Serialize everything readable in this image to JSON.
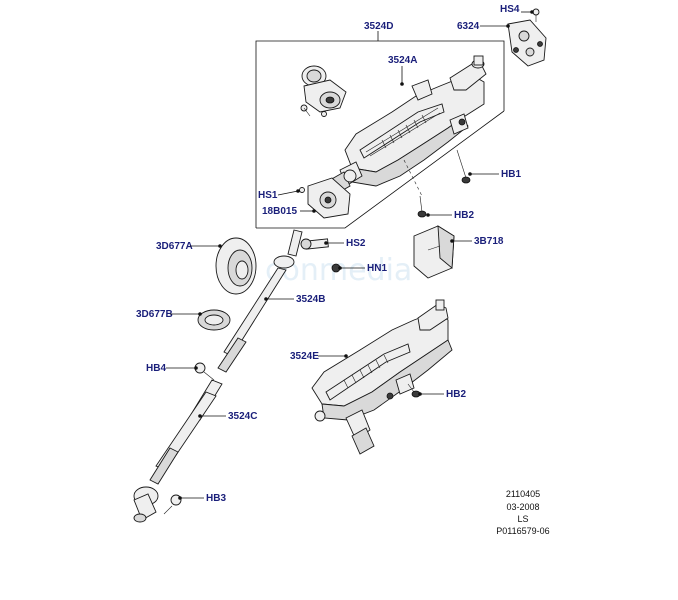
{
  "diagram": {
    "watermark": "conmedia",
    "meta": {
      "code": "2110405",
      "date": "03-2008",
      "variant": "LS",
      "ref": "P0116579-06"
    },
    "labels": {
      "assembly_3524D": "3524D",
      "part_6324": "6324",
      "hs4": "HS4",
      "column_3524A": "3524A",
      "hb1": "HB1",
      "hs1": "HS1",
      "switch_18B015": "18B015",
      "hb2_top": "HB2",
      "hs2": "HS2",
      "cover_3B718": "3B718",
      "hn1": "HN1",
      "boot_3D677A": "3D677A",
      "shaft_3524B": "3524B",
      "seal_3D677B": "3D677B",
      "column_3524E": "3524E",
      "hb4": "HB4",
      "hb2_bottom": "HB2",
      "shaft_3524C": "3524C",
      "hb3": "HB3"
    }
  }
}
